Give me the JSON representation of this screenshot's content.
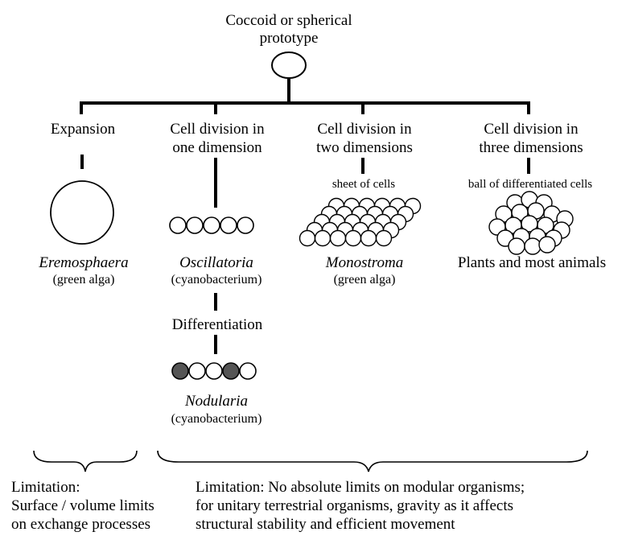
{
  "top": {
    "line1": "Coccoid or spherical",
    "line2": "prototype"
  },
  "columns": [
    {
      "heading": [
        "Expansion"
      ],
      "organism": "Eremosphaera",
      "organism_type": "(green alga)"
    },
    {
      "heading": [
        "Cell division in",
        "one dimension"
      ],
      "organism": "Oscillatoria",
      "organism_type": "(cyanobacterium)",
      "step": "Differentiation",
      "organism2": "Nodularia",
      "organism2_type": "(cyanobacterium)"
    },
    {
      "heading": [
        "Cell division in",
        "two dimensions"
      ],
      "sublabel": "sheet of cells",
      "organism": "Monostroma",
      "organism_type": "(green alga)"
    },
    {
      "heading": [
        "Cell division in",
        "three dimensions"
      ],
      "sublabel": "ball of differentiated cells",
      "organism": "Plants and most animals"
    }
  ],
  "limitations": {
    "left": [
      "Limitation:",
      "Surface / volume limits",
      "on exchange processes"
    ],
    "right": [
      "Limitation:  No absolute limits on modular organisms;",
      "for unitary terrestrial organisms, gravity as it affects",
      "structural stability and efficient movement"
    ]
  }
}
